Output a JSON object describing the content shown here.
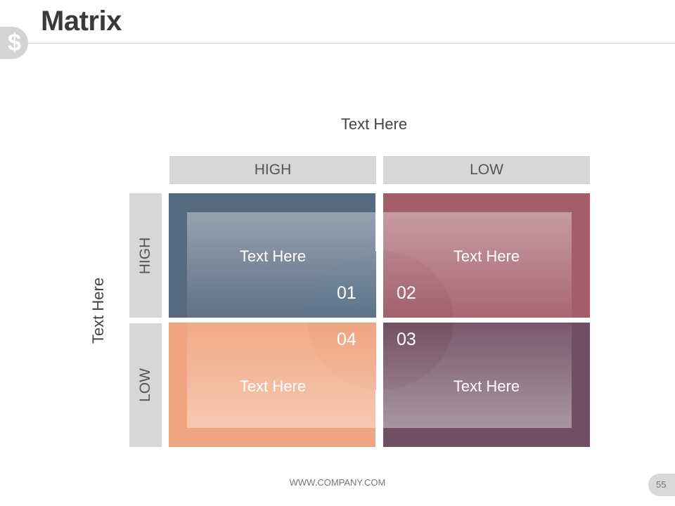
{
  "slide": {
    "title": "Matrix",
    "footer_url": "WWW.COMPANY.COM",
    "page_number": "55",
    "badge_icon": "dollar-icon",
    "badge_symbol": "$"
  },
  "matrix": {
    "top_axis_label": "Text Here",
    "left_axis_label": "Text Here",
    "column_headers": [
      "HIGH",
      "LOW"
    ],
    "row_headers": [
      "HIGH",
      "LOW"
    ],
    "quadrants": [
      {
        "number": "01",
        "text": "Text Here",
        "color": "#55697f"
      },
      {
        "number": "02",
        "text": "Text Here",
        "color": "#a45e68"
      },
      {
        "number": "03",
        "text": "Text Here",
        "color": "#704f62"
      },
      {
        "number": "04",
        "text": "Text Here",
        "color": "#f0a47f"
      }
    ]
  }
}
